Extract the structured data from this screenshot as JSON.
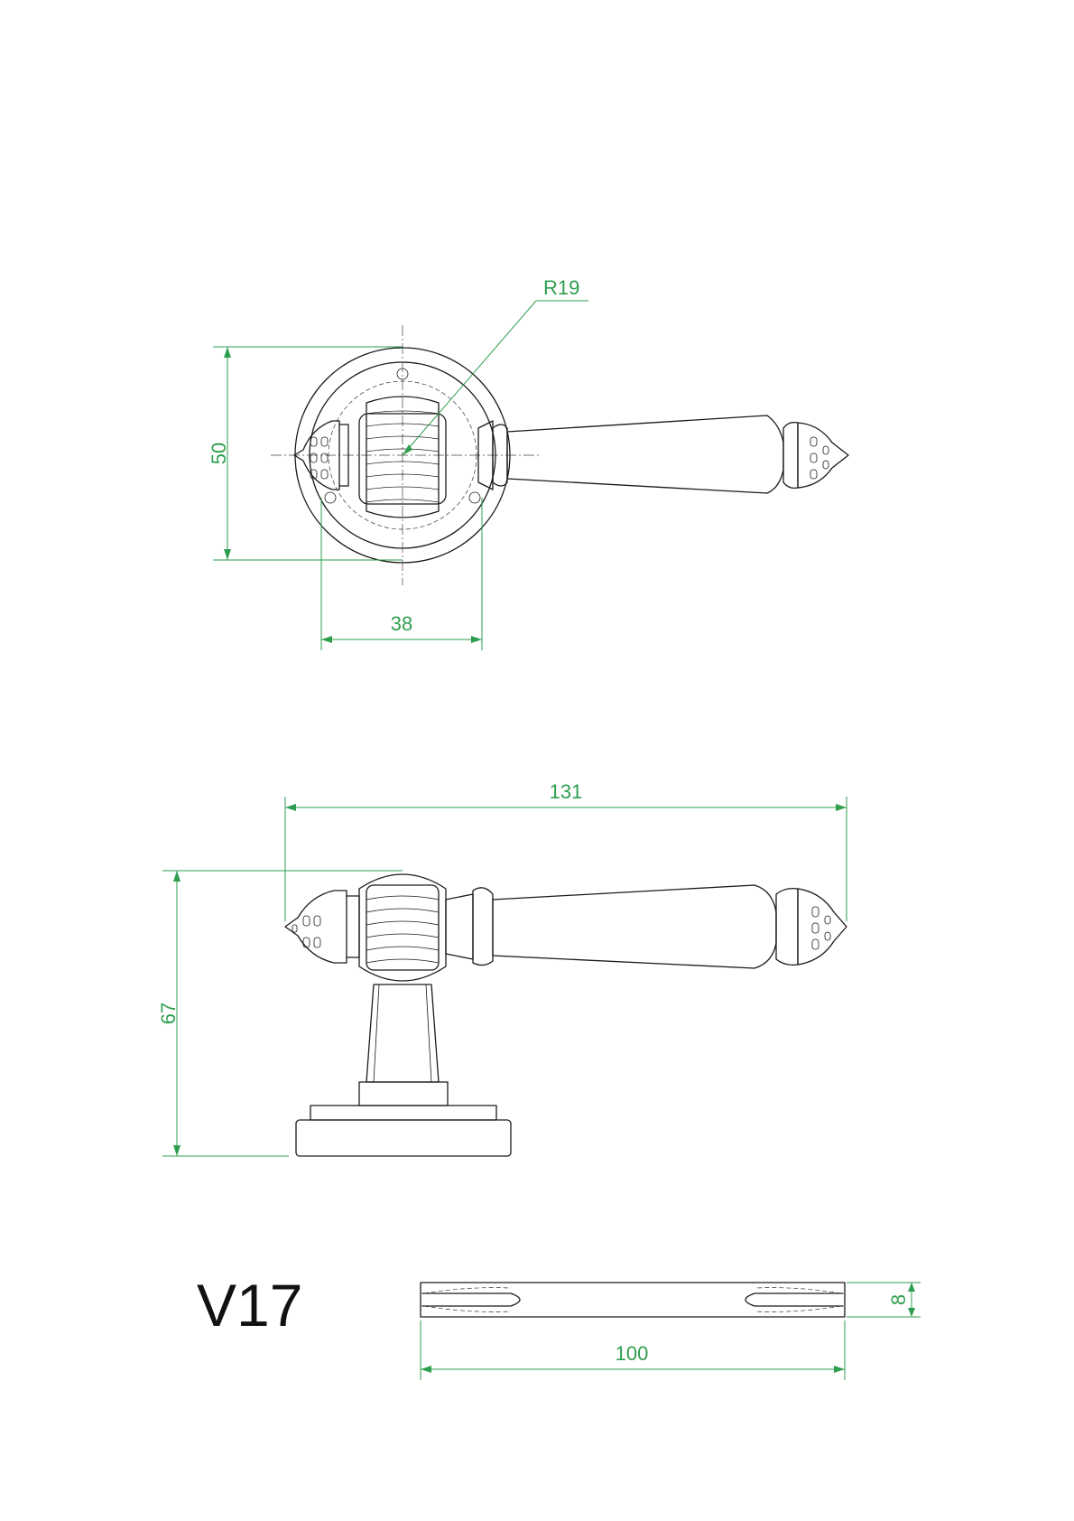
{
  "drawing": {
    "model_code": "V17",
    "colors": {
      "outline": "#1a1a1a",
      "dimension": "#2e9e4f",
      "background": "#ffffff"
    }
  },
  "front_view": {
    "radius_label": "R19",
    "height_label": "50",
    "fixing_span_label": "38"
  },
  "side_view": {
    "length_label": "131",
    "height_label": "67"
  },
  "section_view": {
    "thickness_label": "8",
    "length_label": "100"
  }
}
